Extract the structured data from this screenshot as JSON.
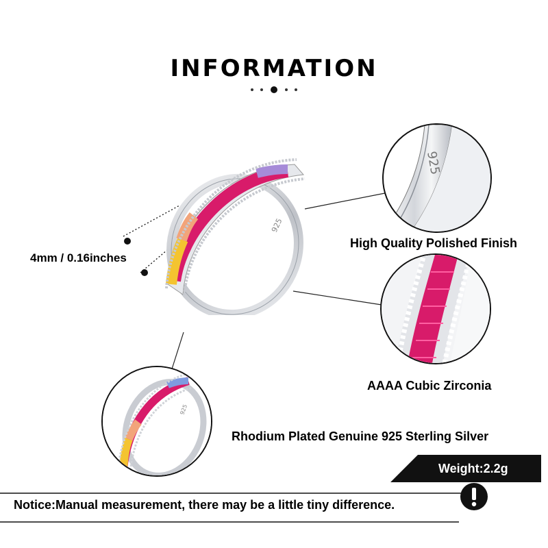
{
  "header": {
    "title": "INFORMATION"
  },
  "measurement": {
    "label": "4mm / 0.16inches"
  },
  "features": [
    {
      "label": "High Quality Polished Finish",
      "icon": "ring-stamp-detail"
    },
    {
      "label": "AAAA Cubic Zirconia",
      "icon": "ring-stones-detail"
    },
    {
      "label": "Rhodium Plated Genuine 925 Sterling Silver",
      "icon": "ring-side-detail"
    }
  ],
  "engraving": {
    "text": "925"
  },
  "weight": {
    "label": "Weight:2.2g"
  },
  "notice": {
    "text": "Notice:Manual measurement, there may be a little tiny difference.",
    "icon": "exclamation-icon"
  },
  "colors": {
    "accent": "#111111",
    "ruby": "#d81b6a",
    "silver": "#d9dbe0"
  }
}
